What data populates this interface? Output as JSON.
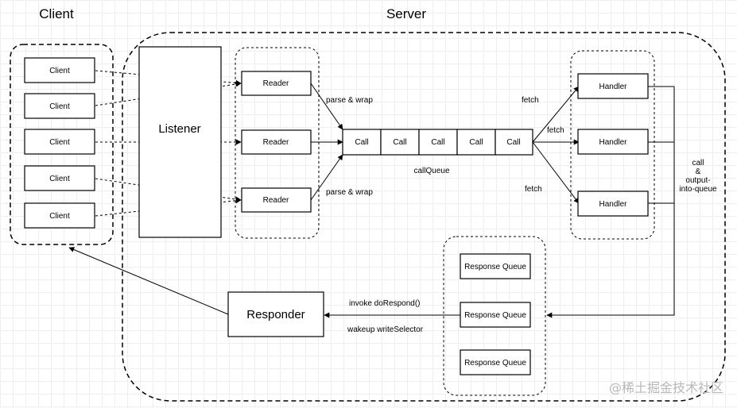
{
  "titles": {
    "client": "Client",
    "server": "Server"
  },
  "clients": [
    "Client",
    "Client",
    "Client",
    "Client",
    "Client"
  ],
  "listener": "Listener",
  "readers": [
    "Reader",
    "Reader",
    "Reader"
  ],
  "calls": [
    "Call",
    "Call",
    "Call",
    "Call",
    "Call"
  ],
  "call_queue_label": "callQueue",
  "parse_labels": [
    "parse & wrap",
    "parse & wrap"
  ],
  "fetch_labels": [
    "fetch",
    "fetch",
    "fetch"
  ],
  "handlers": [
    "Handler",
    "Handler",
    "Handler"
  ],
  "handler_output_label": [
    "call",
    "&",
    "output-",
    "into-queue"
  ],
  "response_queues": [
    "Response Queue",
    "Response Queue",
    "Response Queue"
  ],
  "responder": "Responder",
  "responder_labels": {
    "invoke": "invoke doRespond()",
    "wakeup": "wakeup writeSelector"
  },
  "watermark": "@稀土掘金技术社区"
}
